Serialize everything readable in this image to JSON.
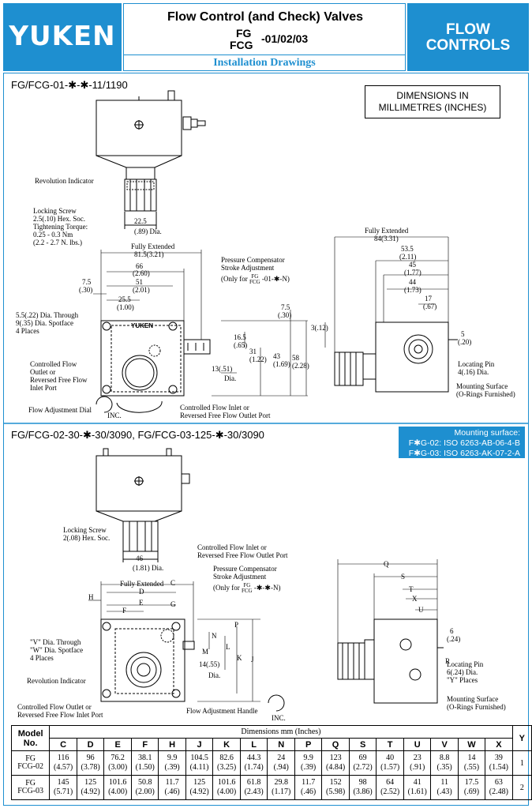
{
  "header": {
    "logo": "YUKEN",
    "title": "Flow Control (and Check) Valves",
    "model_fg": "FG",
    "model_fcg": "FCG",
    "model_sizes": "-01/02/03",
    "subtitle": "Installation Drawings",
    "section": "FLOW CONTROLS"
  },
  "colors": {
    "brand_blue": "#1e8fd0"
  },
  "part1": {
    "model": "FG/FCG-01-✱-✱-11/1190",
    "units_box": [
      "DIMENSIONS IN",
      "MILLIMETRES (INCHES)"
    ],
    "labels": {
      "revolution_indicator": "Revolution Indicator",
      "locking_screw": [
        "Locking Screw",
        "2.5(.10) Hex. Soc.",
        "Tightening Torque:",
        "0.25 - 0.3 Nm",
        "(2.2 - 2.7 N. lbs.)"
      ],
      "knob_dia": [
        "22.5",
        "(.89)  Dia."
      ],
      "fully_extended": "Fully Extended",
      "fully_extended_side": "Fully Extended",
      "pressure_comp": [
        "Pressure Compensator",
        "Stroke Adjustment",
        "(Only for",
        "FG",
        "FCG",
        "-01-✱-N)"
      ],
      "holes": [
        "5.5(.22) Dia. Through",
        "9(.35) Dia. Spotface",
        "4 Places"
      ],
      "controlled_flow_outlet": [
        "Controlled Flow",
        "Outlet or",
        "Reversed Free Flow",
        "Inlet Port"
      ],
      "flow_adj_dial": "Flow Adjustment Dial",
      "inc": "INC.",
      "controlled_flow_inlet": [
        "Controlled Flow Inlet or",
        "Reversed Free Flow Outlet Port"
      ],
      "locating_pin": [
        "Locating Pin",
        "4(.16) Dia."
      ],
      "mounting_surface": [
        "Mounting Surface",
        "(O-Rings Furnished)"
      ],
      "body_brand": "YUKEN"
    },
    "dims": {
      "d815": "81.5(3.21)",
      "d66": "66",
      "d66i": "(2.60)",
      "d51": "51",
      "d51i": "(2.01)",
      "d255": "25.5",
      "d255i": "(1.00)",
      "d75": "7.5",
      "d75i": "(.30)",
      "d75v": "7.5",
      "d75vi": "(.30)",
      "d165": "16.5",
      "d165i": "(.65)",
      "d31": "31",
      "d31i": "(1.22)",
      "d43": "43",
      "d43i": "(1.69)",
      "d58": "58",
      "d58i": "(2.28)",
      "d13": "13(.51)",
      "d13dia": "Dia.",
      "d84": "84(3.31)",
      "d535": "53.5",
      "d535i": "(2.11)",
      "d45": "45",
      "d45i": "(1.77)",
      "d44": "44",
      "d44i": "(1.73)",
      "d17": "17",
      "d17i": "(.67)",
      "d5": "5",
      "d5i": "(.20)",
      "d3": "3(.12)"
    }
  },
  "part2": {
    "model": "FG/FCG-02-30-✱-30/3090, FG/FCG-03-125-✱-30/3090",
    "mounting_box": [
      "Mounting surface:",
      "F✱G-02: ISO 6263-AB-06-4-B",
      "F✱G-03: ISO 6263-AK-07-2-A"
    ],
    "labels": {
      "locking_screw": [
        "Locking Screw",
        "2(.08) Hex. Soc."
      ],
      "knob_dia": [
        "46",
        "(1.81) Dia."
      ],
      "controlled_flow_inlet": [
        "Controlled Flow Inlet or",
        "Reversed Free Flow Outlet Port"
      ],
      "pressure_comp": [
        "Pressure Compensator",
        "Stroke Adjustment",
        "(Only for",
        "FG",
        "FCG",
        "-✱-✱-N)"
      ],
      "fully_extended": "Fully Extended",
      "holes": [
        "\"V\" Dia. Through",
        "\"W\" Dia. Spotface",
        "4 Places"
      ],
      "revolution_indicator": "Revolution Indicator",
      "controlled_flow_outlet": [
        "Controlled Flow Outlet or",
        "Reversed Free Flow Inlet Port"
      ],
      "flow_adj_handle": "Flow Adjustment Handle",
      "inc": "INC.",
      "locating_pin": [
        "Locating Pin",
        "6(.24) Dia.",
        "\"Y\" Places"
      ],
      "mounting_surface": [
        "Mounting Surface",
        "(O-Rings Furnished)"
      ],
      "d6": "6",
      "d6i": "(.24)",
      "d14": "14(.55)",
      "d14dia": "Dia."
    },
    "letters": {
      "C": "C",
      "D": "D",
      "E": "E",
      "F": "F",
      "H": "H",
      "G": "G",
      "P": "P",
      "N": "N",
      "L": "L",
      "K": "K",
      "J": "J",
      "M": "M",
      "Q": "Q",
      "S": "S",
      "T": "T",
      "X": "X",
      "U": "U",
      "R": "R"
    }
  },
  "table": {
    "model_header": [
      "Model",
      "No."
    ],
    "dims_header": "Dimensions    mm (Inches)",
    "y_header": "Y",
    "columns": [
      "C",
      "D",
      "E",
      "F",
      "H",
      "J",
      "K",
      "L",
      "N",
      "P",
      "Q",
      "S",
      "T",
      "U",
      "V",
      "W",
      "X"
    ],
    "rows": [
      {
        "model": [
          "FG",
          "FCG",
          "-02"
        ],
        "mm": [
          "116",
          "96",
          "76.2",
          "38.1",
          "9.9",
          "104.5",
          "82.6",
          "44.3",
          "24",
          "9.9",
          "123",
          "69",
          "40",
          "23",
          "8.8",
          "14",
          "39"
        ],
        "inch": [
          "(4.57)",
          "(3.78)",
          "(3.00)",
          "(1.50)",
          "(.39)",
          "(4.11)",
          "(3.25)",
          "(1.74)",
          "(.94)",
          "(.39)",
          "(4.84)",
          "(2.72)",
          "(1.57)",
          "(.91)",
          "(.35)",
          "(.55)",
          "(1.54)"
        ],
        "y": "1"
      },
      {
        "model": [
          "FG",
          "FCG",
          "-03"
        ],
        "mm": [
          "145",
          "125",
          "101.6",
          "50.8",
          "11.7",
          "125",
          "101.6",
          "61.8",
          "29.8",
          "11.7",
          "152",
          "98",
          "64",
          "41",
          "11",
          "17.5",
          "63"
        ],
        "inch": [
          "(5.71)",
          "(4.92)",
          "(4.00)",
          "(2.00)",
          "(.46)",
          "(4.92)",
          "(4.00)",
          "(2.43)",
          "(1.17)",
          "(.46)",
          "(5.98)",
          "(3.86)",
          "(2.52)",
          "(1.61)",
          "(.43)",
          "(.69)",
          "(2.48)"
        ],
        "y": "2"
      }
    ]
  }
}
